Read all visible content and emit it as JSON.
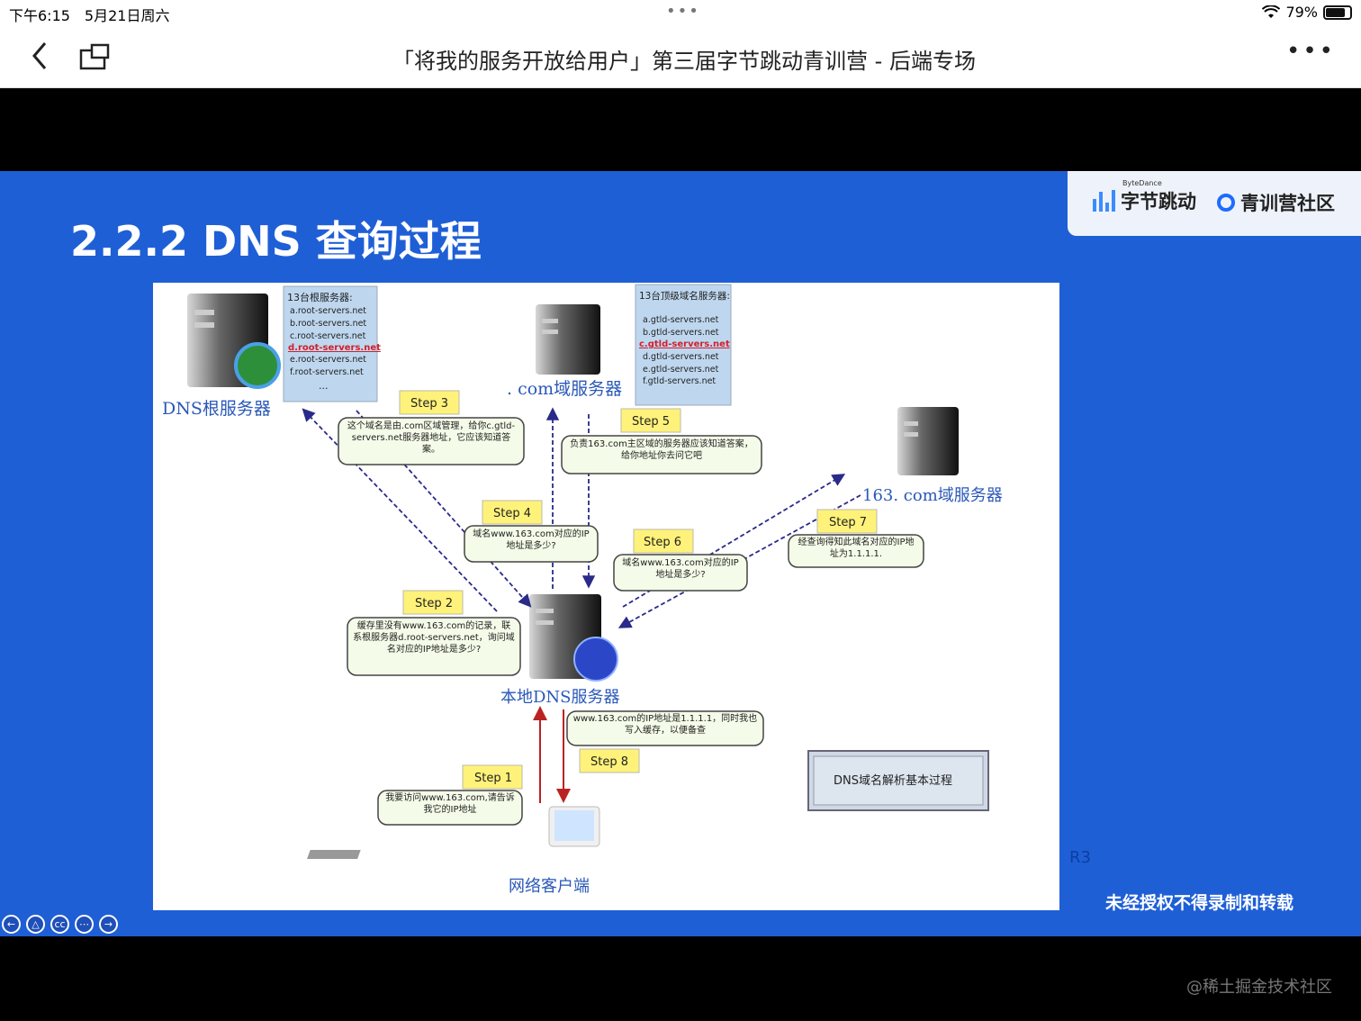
{
  "status_bar": {
    "time": "下午6:15　5月21日周六",
    "battery_pct": "79%",
    "battery_level": 0.79
  },
  "nav": {
    "title": "「将我的服务开放给用户」第三届字节跳动青训营 - 后端专场",
    "more": "•••"
  },
  "slide": {
    "title": "2.2.2 DNS 查询过程",
    "logo_bytedance_small": "ByteDance",
    "logo_bytedance": "字节跳动",
    "logo_community": "青训营社区",
    "watermark": "未经授权不得录制和转载",
    "slide_code": "R3"
  },
  "diagram": {
    "root_server_label": "DNS根服务器",
    "root_list_title": "13台根服务器:",
    "root_list": [
      "a.root-servers.net",
      "b.root-servers.net",
      "c.root-servers.net",
      "d.root-servers.net",
      "e.root-servers.net",
      "f.root-servers.net",
      "..."
    ],
    "com_server_label": ". com域服务器",
    "tld_list_title": "13台顶级域名服务器:",
    "tld_list": [
      "a.gtld-servers.net",
      "b.gtld-servers.net",
      "c.gtld-servers.net",
      "d.gtld-servers.net",
      "e.gtld-servers.net",
      "f.gtld-servers.net"
    ],
    "n163_server_label": "163. com域服务器",
    "local_server_label": "本地DNS服务器",
    "client_label": "网络客户端",
    "process_box": "DNS域名解析基本过程",
    "steps": {
      "s1": "Step 1",
      "s2": "Step 2",
      "s3": "Step 3",
      "s4": "Step 4",
      "s5": "Step 5",
      "s6": "Step 6",
      "s7": "Step 7",
      "s8": "Step 8"
    },
    "bubbles": {
      "b1": "我要访问www.163.com,请告诉我它的IP地址",
      "b2": "缓存里没有www.163.com的记录，联系根服务器d.root-servers.net，询问域名对应的IP地址是多少?",
      "b3": "这个域名是由.com区域管理，给你c.gtld-servers.net服务器地址，它应该知道答案。",
      "b4": "域名www.163.com对应的IP地址是多少?",
      "b5": "负责163.com主区域的服务器应该知道答案，给你地址你去问它吧",
      "b6": "域名www.163.com对应的IP地址是多少?",
      "b7": "经查询得知此域名对应的IP地址为1.1.1.1.",
      "b8": "www.163.com的IP地址是1.1.1.1，同时我也写入缓存，以便备查"
    }
  },
  "footer": {
    "credit": "@稀土掘金技术社区"
  }
}
